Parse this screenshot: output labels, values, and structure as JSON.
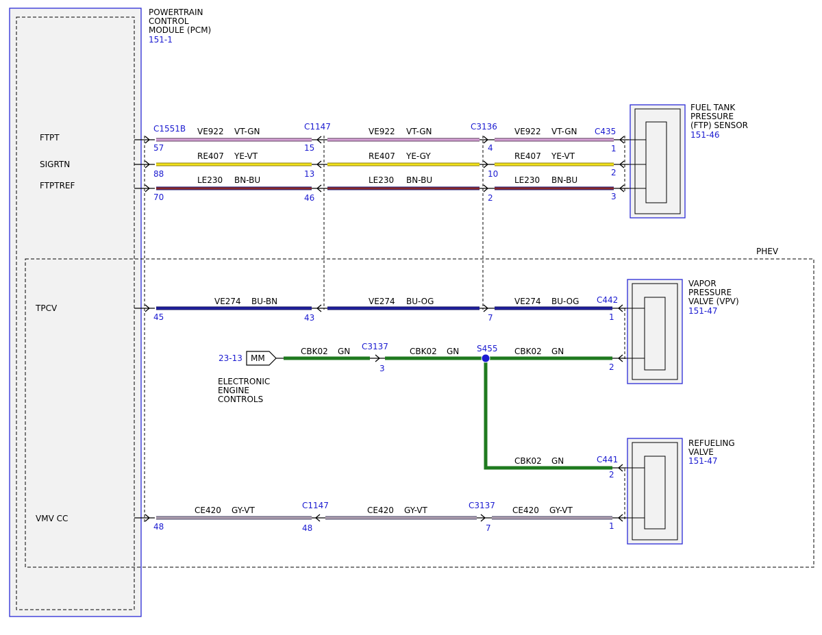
{
  "colors": {
    "frame_blue": "#2a2ad6",
    "label_blue": "#1a1ad0",
    "vt_gn_core": "#d8a4d8",
    "vt_gn_edge": "#5a3a5a",
    "ye_core": "#f2e21a",
    "ye_edge": "#8a7a10",
    "bn_bu_core": "#8a2a2a",
    "bn_bu_edge": "#1a1a7a",
    "bu_core": "#2020a0",
    "bu_edge": "#10105a",
    "gn": "#1f7a1f",
    "gy_vt_core": "#b0a0b0",
    "gy_vt_edge": "#4a4a6a"
  },
  "pcm": {
    "name_lines": [
      "POWERTRAIN",
      "CONTROL",
      "MODULE (PCM)"
    ],
    "ref": "151-1"
  },
  "pcm_pins": {
    "ftpt": "FTPT",
    "sigrtn": "SIGRTN",
    "ftptref": "FTPTREF",
    "tpcv": "TPCV",
    "vmv_cc": "VMV CC"
  },
  "phev_label": "PHEV",
  "connectors": {
    "c1551b": "C1551B",
    "c1147_top": "C1147",
    "c3136": "C3136",
    "c435": "C435",
    "c442": "C442",
    "c3137_mid": "C3137",
    "s455": "S455",
    "c441": "C441",
    "c1147_bottom": "C1147",
    "c3137_bottom": "C3137"
  },
  "pins": {
    "p57": "57",
    "p15": "15",
    "p4": "4",
    "p1_ftpt": "1",
    "p88": "88",
    "p13": "13",
    "p10": "10",
    "p2_sig": "2",
    "p70": "70",
    "p46": "46",
    "p2_ref": "2",
    "p3_ref": "3",
    "p45": "45",
    "p43": "43",
    "p7_tpcv": "7",
    "p1_vpv": "1",
    "p3_cbk": "3",
    "p2_vpv": "2",
    "p2_refuel": "2",
    "p48a": "48",
    "p48b": "48",
    "p7_vmv": "7",
    "p1_vmv": "1"
  },
  "wires": {
    "ve922_a": {
      "circuit": "VE922",
      "color": "VT-GN"
    },
    "ve922_b": {
      "circuit": "VE922",
      "color": "VT-GN"
    },
    "ve922_c": {
      "circuit": "VE922",
      "color": "VT-GN"
    },
    "re407_a": {
      "circuit": "RE407",
      "color": "YE-VT"
    },
    "re407_b": {
      "circuit": "RE407",
      "color": "YE-GY"
    },
    "re407_c": {
      "circuit": "RE407",
      "color": "YE-VT"
    },
    "le230_a": {
      "circuit": "LE230",
      "color": "BN-BU"
    },
    "le230_b": {
      "circuit": "LE230",
      "color": "BN-BU"
    },
    "le230_c": {
      "circuit": "LE230",
      "color": "BN-BU"
    },
    "ve274_a": {
      "circuit": "VE274",
      "color": "BU-BN"
    },
    "ve274_b": {
      "circuit": "VE274",
      "color": "BU-OG"
    },
    "ve274_c": {
      "circuit": "VE274",
      "color": "BU-OG"
    },
    "cbk02_a": {
      "circuit": "CBK02",
      "color": "GN"
    },
    "cbk02_b": {
      "circuit": "CBK02",
      "color": "GN"
    },
    "cbk02_c": {
      "circuit": "CBK02",
      "color": "GN"
    },
    "cbk02_d": {
      "circuit": "CBK02",
      "color": "GN"
    },
    "ce420_a": {
      "circuit": "CE420",
      "color": "GY-VT"
    },
    "ce420_b": {
      "circuit": "CE420",
      "color": "GY-VT"
    },
    "ce420_c": {
      "circuit": "CE420",
      "color": "GY-VT"
    }
  },
  "components": {
    "ftp_sensor": {
      "name_lines": [
        "FUEL TANK",
        "PRESSURE",
        "(FTP) SENSOR"
      ],
      "ref": "151-46"
    },
    "vpv": {
      "name_lines": [
        "VAPOR",
        "PRESSURE",
        "VALVE (VPV)"
      ],
      "ref": "151-47"
    },
    "refuel_valve": {
      "name_lines": [
        "REFUELING",
        "VALVE"
      ],
      "ref": "151-47"
    }
  },
  "mm_ref": {
    "ref": "23-13",
    "box_label": "MM",
    "text_lines": [
      "ELECTRONIC",
      "ENGINE",
      "CONTROLS"
    ]
  }
}
